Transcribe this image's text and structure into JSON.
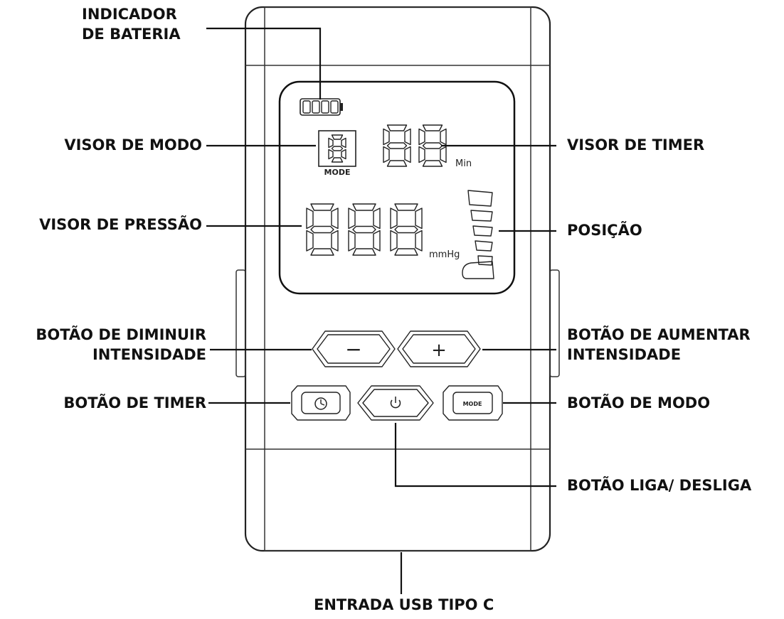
{
  "labels": {
    "battery": [
      "INDICADOR",
      "DE BATERIA"
    ],
    "mode_display": "VISOR DE MODO",
    "timer_display": "VISOR DE TIMER",
    "pressure_display": "VISOR DE PRESSÃO",
    "position": "POSIÇÃO",
    "decrease_button": [
      "BOTÃO DE DIMINUIR",
      "INTENSIDADE"
    ],
    "increase_button": [
      "BOTÃO DE AUMENTAR",
      "INTENSIDADE"
    ],
    "timer_button": "BOTÃO DE TIMER",
    "mode_button": "BOTÃO DE MODO",
    "power_button": "BOTÃO LIGA/ DESLIGA",
    "usb_port": "ENTRADA USB TIPO C"
  },
  "device": {
    "mode_caption": "MODE",
    "timer_unit": "Min",
    "pressure_unit": "mmHg",
    "minus_symbol": "−",
    "plus_symbol": "+",
    "mode_button_text": "MODE"
  },
  "icons": {
    "battery": "battery-icon",
    "timer": "clock-icon",
    "power": "power-icon"
  }
}
